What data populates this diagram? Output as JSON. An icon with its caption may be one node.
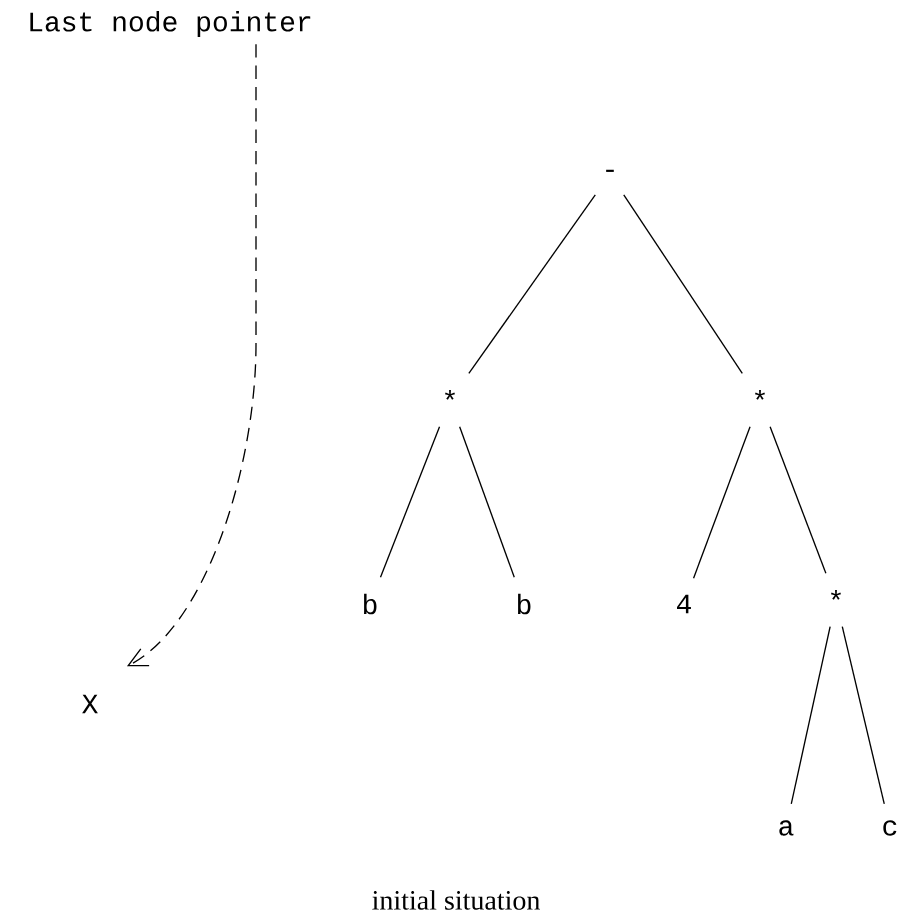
{
  "diagram": {
    "caption": "initial situation",
    "nodes": [
      {
        "text": [
          "Last node pointer"
        ]
      },
      {
        "text": [
          "-"
        ]
      },
      {
        "text": [
          "*"
        ]
      },
      {
        "text": [
          "*"
        ]
      },
      {
        "text": [
          "b"
        ]
      },
      {
        "text": [
          "b"
        ]
      },
      {
        "text": [
          "4"
        ]
      },
      {
        "text": [
          "*"
        ]
      },
      {
        "text": [
          "a"
        ]
      },
      {
        "text": [
          "c"
        ]
      },
      {
        "text": [
          "X"
        ]
      }
    ],
    "edges": [
      {
        "from": 1,
        "to": 2,
        "arrow": "none"
      },
      {
        "from": 1,
        "to": 3,
        "arrow": "none"
      },
      {
        "from": 2,
        "to": 4,
        "arrow": "none"
      },
      {
        "from": 2,
        "to": 5,
        "arrow": "none"
      },
      {
        "from": 3,
        "to": 6,
        "arrow": "none"
      },
      {
        "from": 3,
        "to": 7,
        "arrow": "none"
      },
      {
        "from": 7,
        "to": 8,
        "arrow": "none"
      },
      {
        "from": 7,
        "to": 9,
        "arrow": "none"
      },
      {
        "from": 0,
        "to": 10,
        "arrow": "to",
        "style": "dashed"
      }
    ]
  }
}
